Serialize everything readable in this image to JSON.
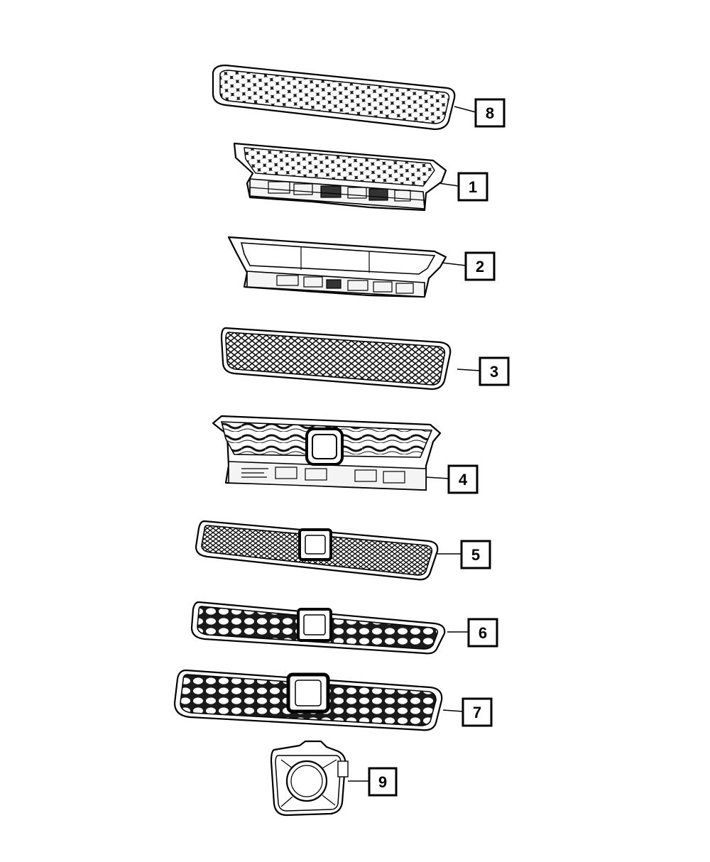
{
  "diagram": {
    "parts": [
      {
        "id": "part-8",
        "callout": "8"
      },
      {
        "id": "part-1",
        "callout": "1"
      },
      {
        "id": "part-2",
        "callout": "2"
      },
      {
        "id": "part-3",
        "callout": "3"
      },
      {
        "id": "part-4",
        "callout": "4"
      },
      {
        "id": "part-5",
        "callout": "5"
      },
      {
        "id": "part-6",
        "callout": "6"
      },
      {
        "id": "part-7",
        "callout": "7"
      },
      {
        "id": "part-9",
        "callout": "9"
      }
    ],
    "colors": {
      "line": "#000000",
      "background": "#ffffff"
    }
  }
}
